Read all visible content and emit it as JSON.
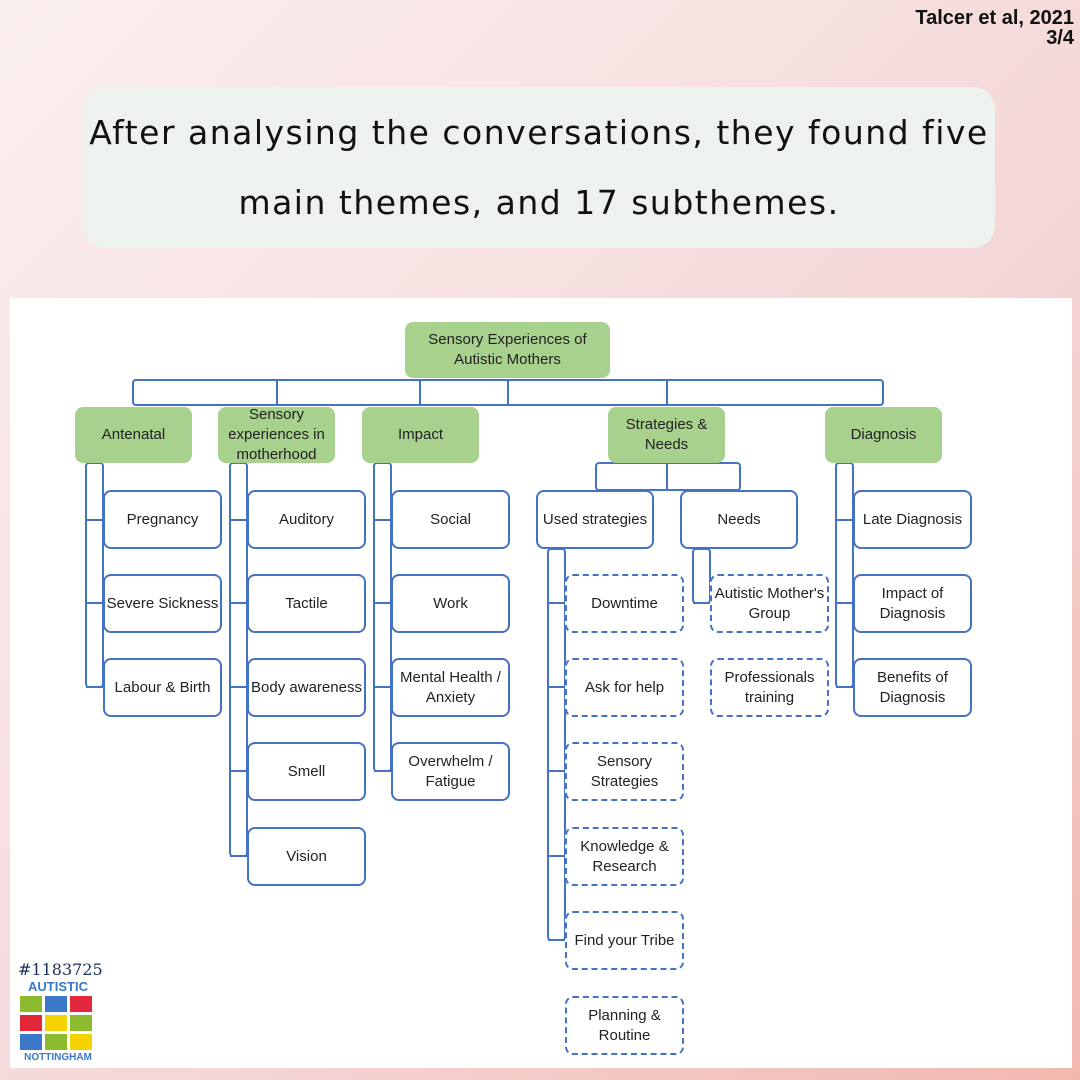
{
  "citation": {
    "author": "Talcer et al, 2021",
    "page": "3/4"
  },
  "intro": "After analysing the conversations, they found five main themes, and 17 subthemes.",
  "diagram": {
    "root": "Sensory Experiences of Autistic Mothers",
    "themes": [
      "Antenatal",
      "Sensory experiences in motherhood",
      "Impact",
      "Strategies & Needs",
      "Diagnosis"
    ],
    "antenatal": [
      "Pregnancy",
      "Severe Sickness",
      "Labour & Birth"
    ],
    "sensory": [
      "Auditory",
      "Tactile",
      "Body awareness",
      "Smell",
      "Vision"
    ],
    "impact": [
      "Social",
      "Work",
      "Mental Health / Anxiety",
      "Overwhelm / Fatigue"
    ],
    "strategies_groups": [
      "Used strategies",
      "Needs"
    ],
    "used_strategies": [
      "Downtime",
      "Ask for help",
      "Sensory Strategies",
      "Knowledge & Research",
      "Find your Tribe",
      "Planning & Routine"
    ],
    "needs": [
      "Autistic Mother's Group",
      "Professionals training"
    ],
    "diagnosis": [
      "Late Diagnosis",
      "Impact of Diagnosis",
      "Benefits of Diagnosis"
    ]
  },
  "logo": {
    "number": "#1183725",
    "top": "AUTISTIC",
    "bottom": "NOTTINGHAM",
    "colors": [
      "#8dbb2e",
      "#3a78c9",
      "#e3283c",
      "#e3283c",
      "#f5d200",
      "#8dbb2e",
      "#3a78c9",
      "#8dbb2e",
      "#f5d200"
    ]
  }
}
